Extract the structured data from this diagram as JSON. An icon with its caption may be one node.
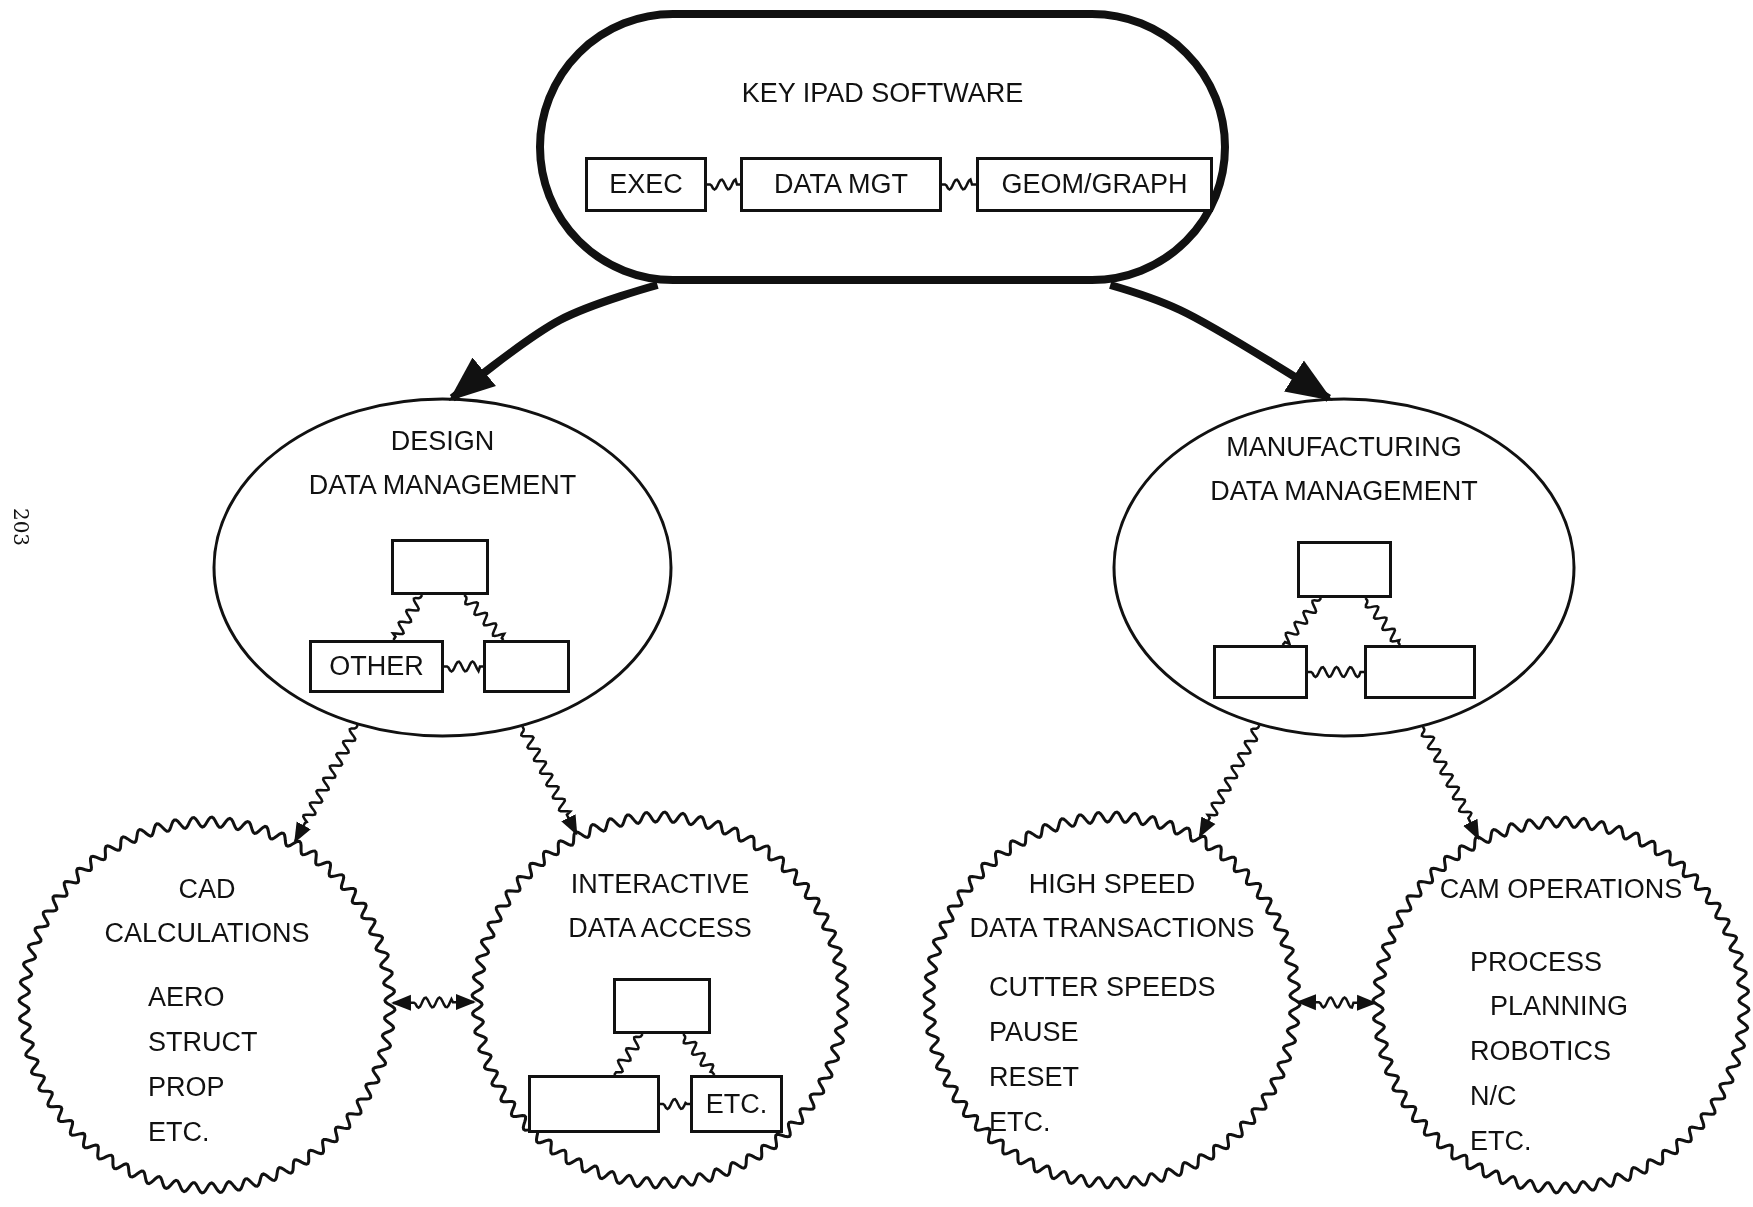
{
  "diagram": {
    "nodes": [
      {
        "text": [
          "KEY IPAD SOFTWARE"
        ]
      },
      {
        "text": [
          "EXEC"
        ],
        "in": 0
      },
      {
        "text": [
          "DATA MGT"
        ],
        "in": 0
      },
      {
        "text": [
          "GEOM/GRAPH"
        ],
        "in": 0
      },
      {
        "text": [
          "DESIGN DATA MANAGEMENT"
        ]
      },
      {
        "text": [],
        "shape": "box",
        "in": 4
      },
      {
        "text": [
          "OTHER"
        ],
        "in": 4
      },
      {
        "text": [],
        "shape": "box",
        "in": 4
      },
      {
        "text": [
          "MANUFACTURING DATA MANAGEMENT"
        ]
      },
      {
        "text": [],
        "shape": "box",
        "in": 8
      },
      {
        "text": [],
        "shape": "box",
        "in": 8
      },
      {
        "text": [],
        "shape": "box",
        "in": 8
      },
      {
        "text": [
          "CAD CALCULATIONS",
          "AERO",
          "STRUCT",
          "PROP",
          "ETC."
        ]
      },
      {
        "text": [
          "INTERACTIVE DATA ACCESS"
        ]
      },
      {
        "text": [],
        "shape": "box",
        "in": 13
      },
      {
        "text": [],
        "shape": "box",
        "in": 13
      },
      {
        "text": [
          "ETC."
        ],
        "in": 13
      },
      {
        "text": [
          "HIGH SPEED DATA TRANSACTIONS",
          "CUTTER SPEEDS",
          "PAUSE",
          "RESET",
          "ETC."
        ]
      },
      {
        "text": [
          "CAM OPERATIONS",
          "PROCESS PLANNING",
          "ROBOTICS",
          "N/C",
          "ETC."
        ]
      }
    ],
    "edges": [
      {
        "from": 1,
        "to": 2,
        "arrow": "none"
      },
      {
        "from": 2,
        "to": 3,
        "arrow": "none"
      },
      {
        "from": 0,
        "to": 4,
        "arrow": "to",
        "style": "thick"
      },
      {
        "from": 0,
        "to": 8,
        "arrow": "to",
        "style": "thick"
      },
      {
        "from": 5,
        "to": 6,
        "arrow": "none"
      },
      {
        "from": 5,
        "to": 7,
        "arrow": "none"
      },
      {
        "from": 6,
        "to": 7,
        "arrow": "none"
      },
      {
        "from": 9,
        "to": 10,
        "arrow": "none"
      },
      {
        "from": 9,
        "to": 11,
        "arrow": "none"
      },
      {
        "from": 10,
        "to": 11,
        "arrow": "none"
      },
      {
        "from": 4,
        "to": 12,
        "arrow": "to"
      },
      {
        "from": 4,
        "to": 13,
        "arrow": "to"
      },
      {
        "from": 8,
        "to": 17,
        "arrow": "to"
      },
      {
        "from": 8,
        "to": 18,
        "arrow": "to"
      },
      {
        "from": 12,
        "to": 13,
        "arrow": "both"
      },
      {
        "from": 17,
        "to": 18,
        "arrow": "both"
      },
      {
        "from": 14,
        "to": 15,
        "arrow": "none"
      },
      {
        "from": 14,
        "to": 16,
        "arrow": "none"
      },
      {
        "from": 15,
        "to": 16,
        "arrow": "none"
      }
    ],
    "labels": [
      "203"
    ]
  }
}
